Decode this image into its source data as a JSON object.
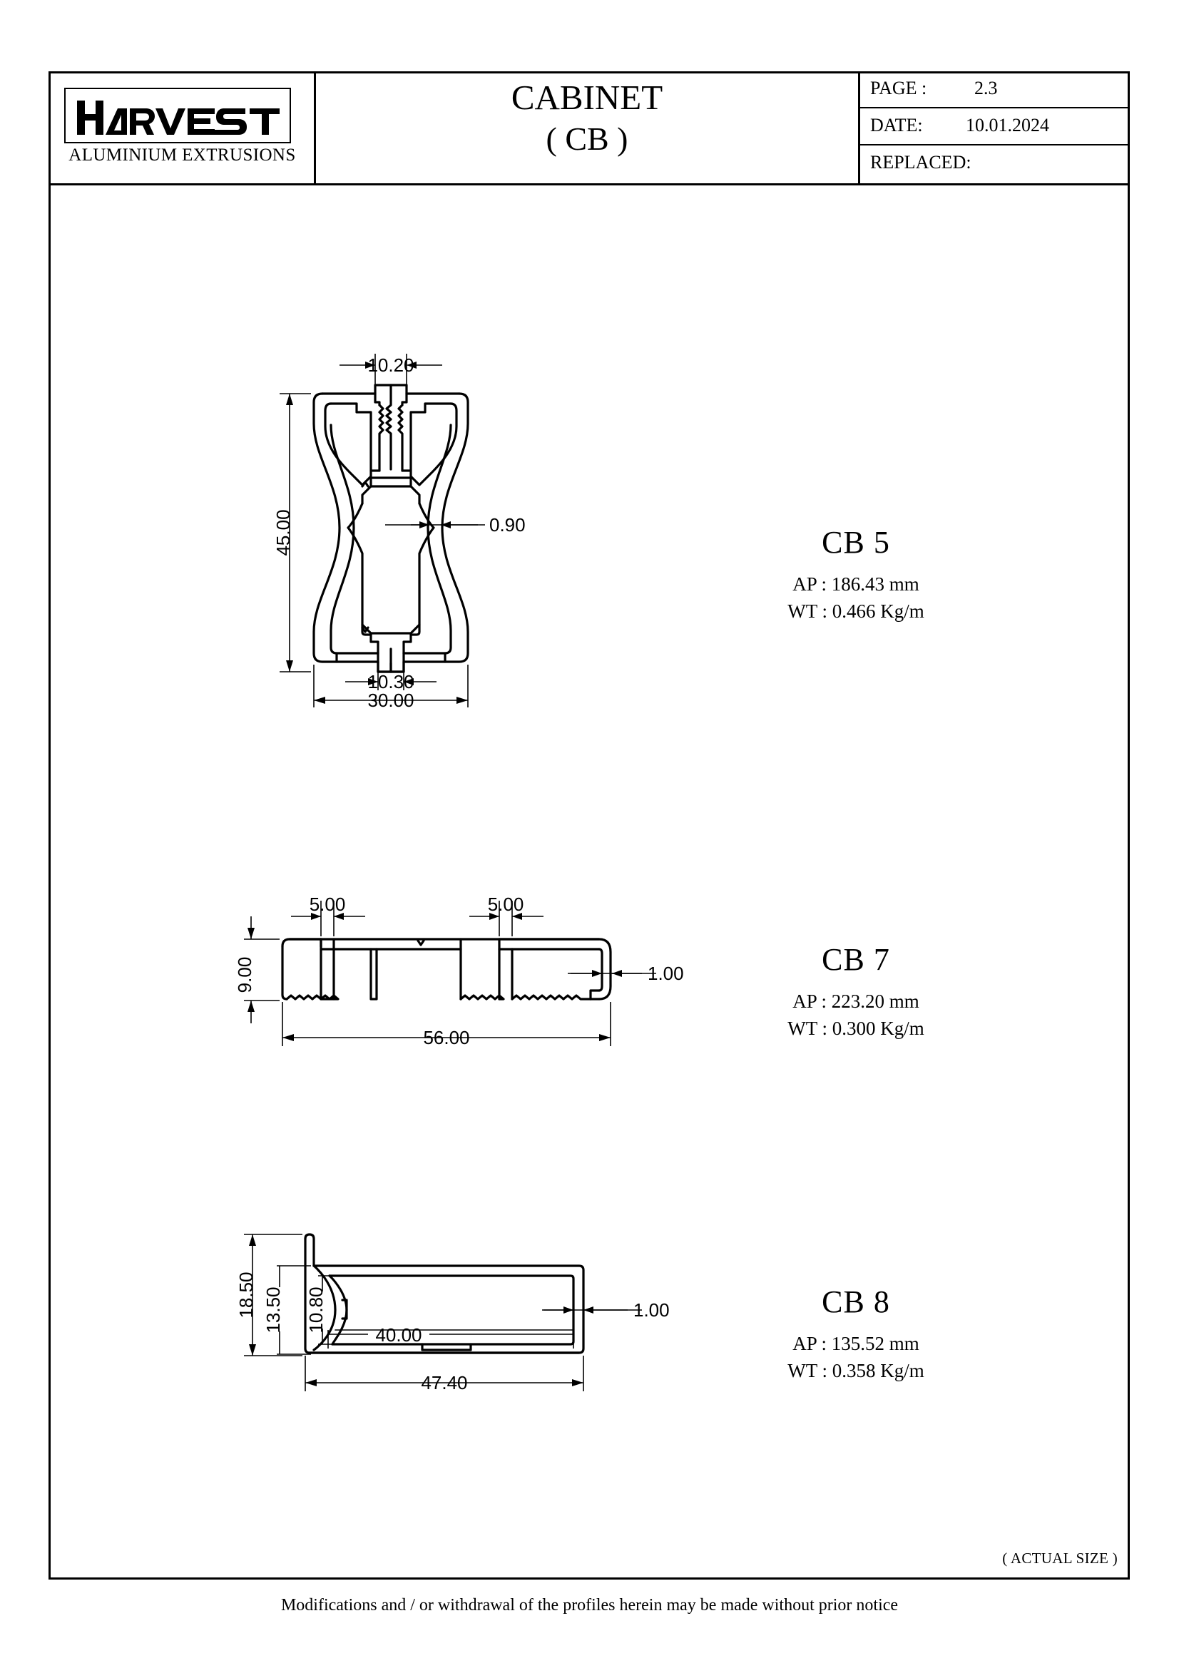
{
  "document": {
    "company": "HARVEST",
    "company_subtitle": "ALUMINIUM EXTRUSIONS",
    "title": "CABINET",
    "title_code": "( CB )",
    "info": {
      "page_label": "PAGE :",
      "page_value": "2.3",
      "date_label": "DATE:",
      "date_value": "10.01.2024",
      "replaced_label": "REPLACED:",
      "replaced_value": ""
    },
    "actual_size_note": "( ACTUAL SIZE )",
    "footer_note": "Modifications and / or withdrawal of the profiles herein may be made without prior notice"
  },
  "profiles": [
    {
      "code": "CB 5",
      "ap": "AP : 186.43 mm",
      "wt": "WT : 0.466 Kg/m",
      "dimensions": {
        "top_width": "10.20",
        "height": "45.00",
        "wall": "0.90",
        "bottom_slot": "10.30",
        "overall_width": "30.00"
      }
    },
    {
      "code": "CB 7",
      "ap": "AP : 223.20 mm",
      "wt": "WT : 0.300 Kg/m",
      "dimensions": {
        "slot_left": "5.00",
        "slot_right": "5.00",
        "height": "9.00",
        "wall": "1.00",
        "overall_width": "56.00"
      }
    },
    {
      "code": "CB 8",
      "ap": "AP : 135.52 mm",
      "wt": "WT : 0.358 Kg/m",
      "dimensions": {
        "overall_height": "18.50",
        "body_height": "13.50",
        "inner_height": "10.80",
        "inner_width": "40.00",
        "overall_width": "47.40",
        "wall": "1.00"
      }
    }
  ]
}
